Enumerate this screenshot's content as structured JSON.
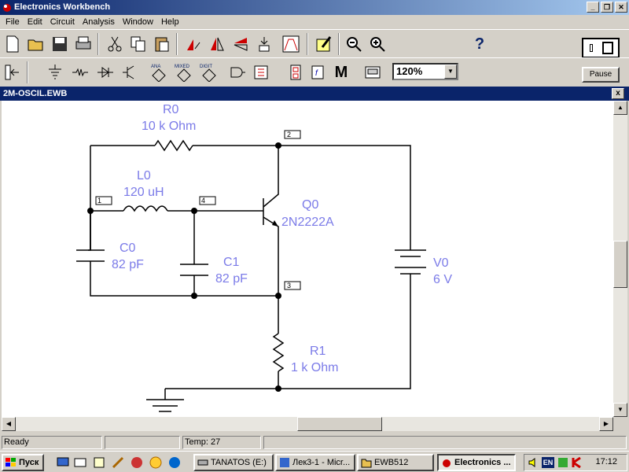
{
  "window": {
    "title": "Electronics Workbench"
  },
  "menu": [
    "File",
    "Edit",
    "Circuit",
    "Analysis",
    "Window",
    "Help"
  ],
  "toolbar": {
    "zoom_value": "120%",
    "help_label": "?",
    "instruments_m_label": "M",
    "bin_labels": {
      "analog": "ANA",
      "mixed": "MIXED",
      "digital": "DIGIT"
    },
    "pause_label": "Pause"
  },
  "document": {
    "title": "2M-OSCIL.EWB",
    "close_label": "x"
  },
  "circuit": {
    "components": [
      {
        "id": "R0",
        "name": "R0",
        "value": "10 k Ohm"
      },
      {
        "id": "L0",
        "name": "L0",
        "value": "120 uH"
      },
      {
        "id": "Q0",
        "name": "Q0",
        "value": "2N2222A"
      },
      {
        "id": "C0",
        "name": "C0",
        "value": "82 pF"
      },
      {
        "id": "C1",
        "name": "C1",
        "value": "82 pF"
      },
      {
        "id": "V0",
        "name": "V0",
        "value": "6 V"
      },
      {
        "id": "R1",
        "name": "R1",
        "value": "1 k Ohm"
      }
    ],
    "nodes": [
      "1",
      "2",
      "3",
      "4"
    ]
  },
  "status": {
    "state": "Ready",
    "middle": "",
    "temp": "Temp:  27",
    "extra": ""
  },
  "taskbar": {
    "start_label": "Пуск",
    "tasks": [
      {
        "label": "TANATOS (E:)",
        "active": false
      },
      {
        "label": "Лек3-1 - Micr...",
        "active": false
      },
      {
        "label": "EWB512",
        "active": false
      },
      {
        "label": "Electronics ...",
        "active": true
      }
    ],
    "lang": "EN",
    "clock": "17:12"
  },
  "colors": {
    "title_blue": "#0a246a",
    "label_blue": "#7b7be8",
    "wire": "#000000"
  }
}
